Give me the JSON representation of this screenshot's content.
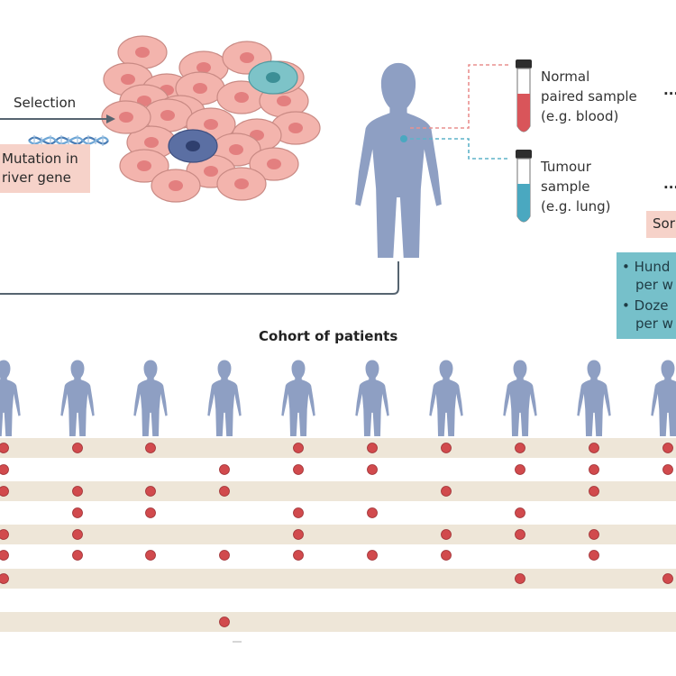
{
  "selection_label": "Selection",
  "mutation_label": [
    "Mutation in",
    "river gene"
  ],
  "normal_sample": [
    "Normal",
    "paired sample",
    "(e.g. blood)"
  ],
  "tumour_sample": [
    "Tumour",
    "sample",
    "(e.g. lung)"
  ],
  "ellipsis": "...",
  "somatic_partial": "Sor",
  "teal_bullets": [
    {
      "bullet": "•",
      "line1": "Hund",
      "line2": "per w"
    },
    {
      "bullet": "•",
      "line1": "Doze",
      "line2": "per w"
    }
  ],
  "cohort_title": "Cohort of patients",
  "colors": {
    "cell_fill": "#f3b4ad",
    "cell_stroke": "#c98a84",
    "cell_nucleus": "#e37f7f",
    "mutant_cell": "#5b6fa3",
    "teal_cell": "#7dc3c8",
    "silhouette": "#8e9fc3",
    "row_band": "#eee6d8",
    "mutation_dot": "#d14a4d",
    "normal_tube": "#d9555a",
    "tumour_tube": "#4aa8c0",
    "pink_box": "#f6d2c9",
    "teal_box": "#76c0ca",
    "connector": "#566470"
  },
  "mutation_matrix": [
    [
      1,
      1,
      1,
      0,
      1,
      1,
      1,
      1,
      1,
      1
    ],
    [
      1,
      0,
      0,
      1,
      1,
      1,
      0,
      1,
      1,
      1
    ],
    [
      1,
      1,
      1,
      1,
      0,
      0,
      1,
      0,
      1,
      0
    ],
    [
      0,
      1,
      1,
      0,
      1,
      1,
      0,
      1,
      0,
      0
    ],
    [
      1,
      1,
      0,
      0,
      1,
      0,
      1,
      1,
      1,
      0
    ],
    [
      1,
      1,
      1,
      1,
      1,
      1,
      1,
      0,
      1,
      0
    ],
    [
      1,
      0,
      0,
      0,
      0,
      0,
      0,
      1,
      0,
      1
    ],
    [
      0,
      0,
      0,
      0,
      0,
      0,
      0,
      0,
      0,
      0
    ],
    [
      0,
      0,
      0,
      1,
      0,
      0,
      0,
      0,
      0,
      0
    ]
  ]
}
